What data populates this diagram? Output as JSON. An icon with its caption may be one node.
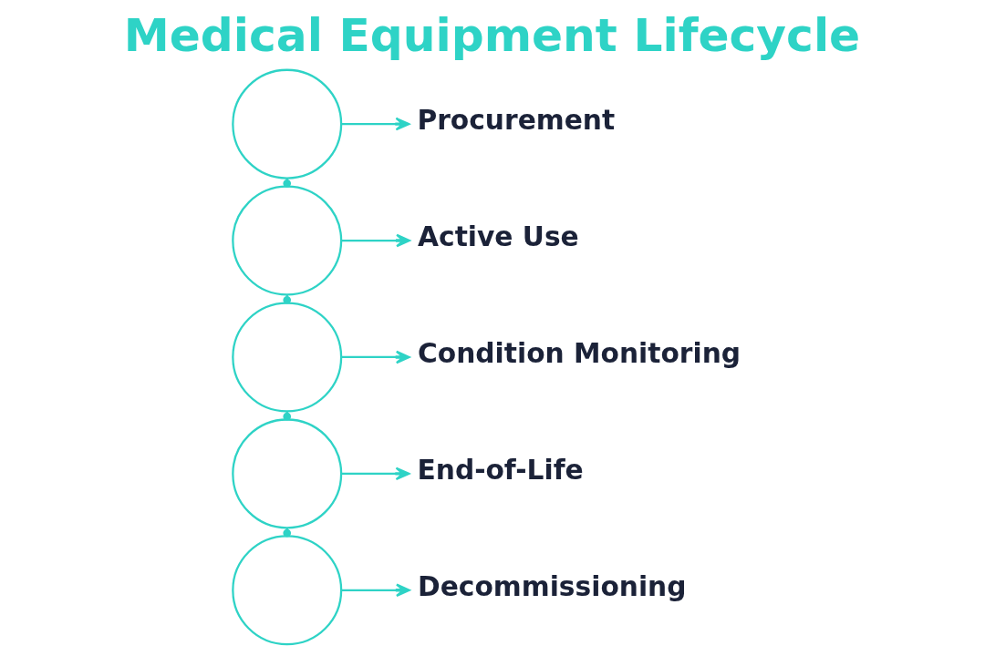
{
  "diagram": {
    "title": "Medical Equipment Lifecycle",
    "nodes": [
      {
        "text": [],
        "shape": "circle"
      },
      {
        "text": [
          "Procurement"
        ]
      },
      {
        "text": [],
        "shape": "circle"
      },
      {
        "text": [
          "Active Use"
        ]
      },
      {
        "text": [],
        "shape": "circle"
      },
      {
        "text": [
          "Condition Monitoring"
        ]
      },
      {
        "text": [],
        "shape": "circle"
      },
      {
        "text": [
          "End-of-Life"
        ]
      },
      {
        "text": [],
        "shape": "circle"
      },
      {
        "text": [
          "Decommissioning"
        ]
      }
    ],
    "edges": [
      {
        "from": 0,
        "to": 1,
        "arrow": "to"
      },
      {
        "from": 0,
        "to": 2,
        "arrow": "other"
      },
      {
        "from": 2,
        "to": 3,
        "arrow": "to"
      },
      {
        "from": 2,
        "to": 4,
        "arrow": "other"
      },
      {
        "from": 4,
        "to": 5,
        "arrow": "to"
      },
      {
        "from": 4,
        "to": 6,
        "arrow": "other"
      },
      {
        "from": 6,
        "to": 7,
        "arrow": "to"
      },
      {
        "from": 6,
        "to": 8,
        "arrow": "other"
      },
      {
        "from": 8,
        "to": 9,
        "arrow": "to"
      }
    ]
  }
}
